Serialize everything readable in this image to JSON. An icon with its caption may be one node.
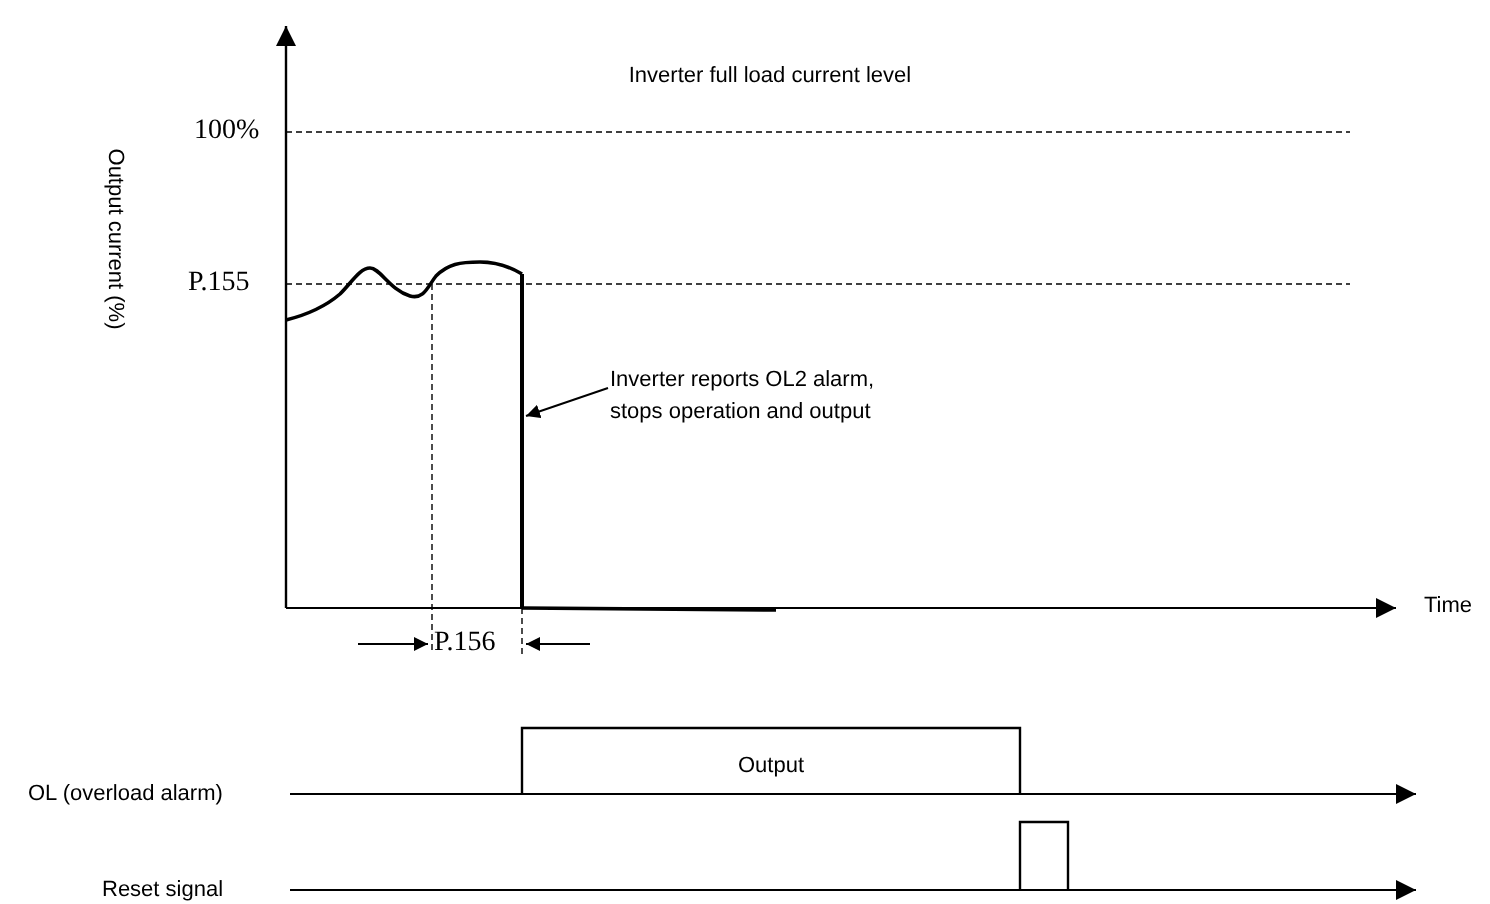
{
  "diagram": {
    "nodes": [
      {
        "text": [
          "Inverter reports OL2 alarm, stops operation and output"
        ]
      },
      {
        "text": [],
        "shape": "bar"
      }
    ],
    "edges": [
      {
        "from": 0,
        "to": 1,
        "arrow": "to"
      }
    ],
    "labels": [
      "Inverter full load current level",
      "Output current (%)",
      "100%",
      "P.155",
      "Time",
      "P.156",
      "Output",
      "OL (overload alarm)",
      "Reset signal"
    ]
  }
}
